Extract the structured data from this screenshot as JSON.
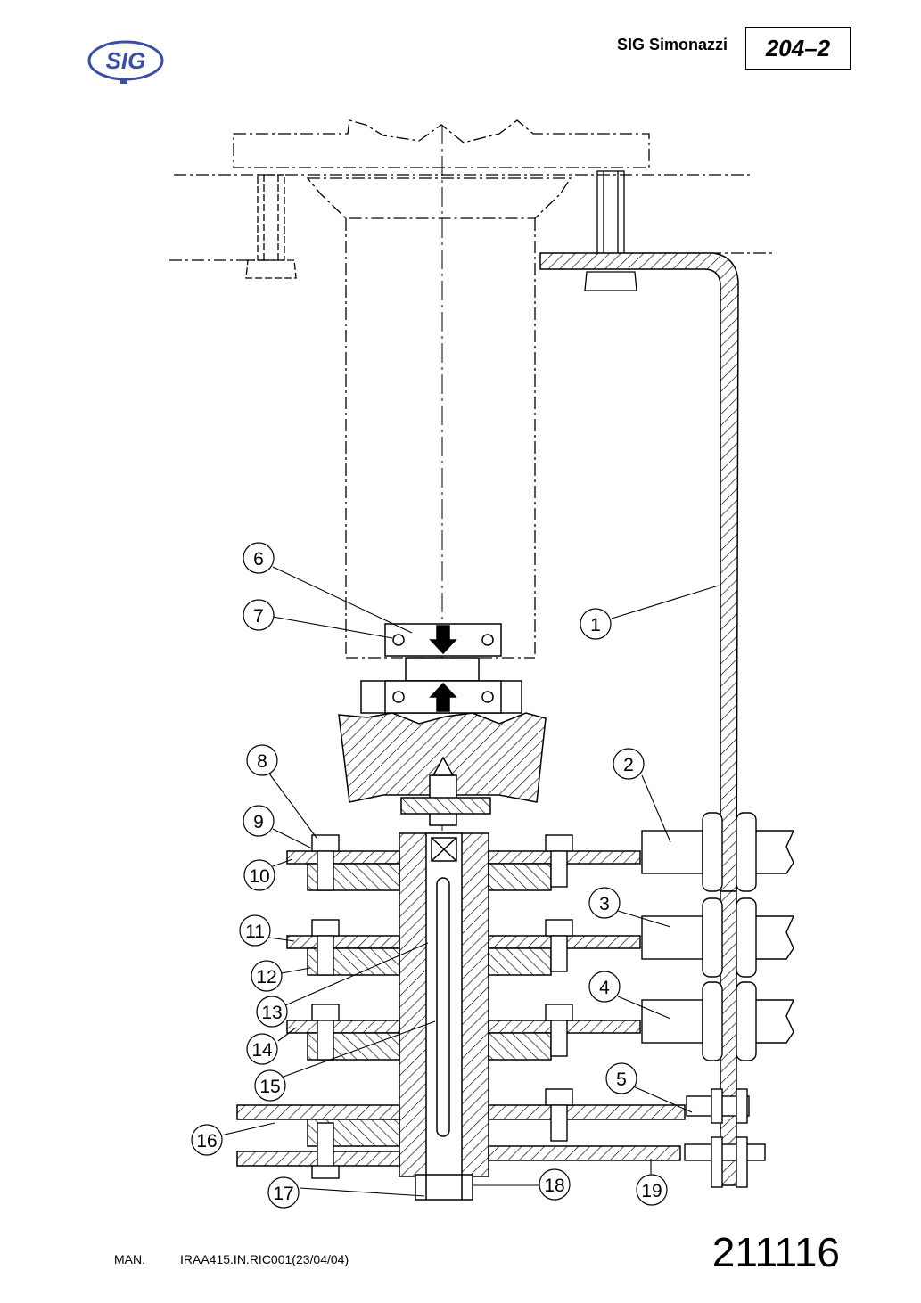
{
  "header": {
    "logo_text": "SIG",
    "brand": "SIG Simonazzi",
    "page_ref": "204–2"
  },
  "callouts": [
    {
      "num": "1"
    },
    {
      "num": "2"
    },
    {
      "num": "3"
    },
    {
      "num": "4"
    },
    {
      "num": "5"
    },
    {
      "num": "6"
    },
    {
      "num": "7"
    },
    {
      "num": "8"
    },
    {
      "num": "9"
    },
    {
      "num": "10"
    },
    {
      "num": "11"
    },
    {
      "num": "12"
    },
    {
      "num": "13"
    },
    {
      "num": "14"
    },
    {
      "num": "15"
    },
    {
      "num": "16"
    },
    {
      "num": "17"
    },
    {
      "num": "18"
    },
    {
      "num": "19"
    }
  ],
  "footer": {
    "man": "MAN.",
    "doc_code": "IRAA415.IN.RIC001(23/04/04)",
    "drawing_number": "211116"
  },
  "colors": {
    "logo_blue": "#3b4ea0",
    "line": "#000000"
  }
}
